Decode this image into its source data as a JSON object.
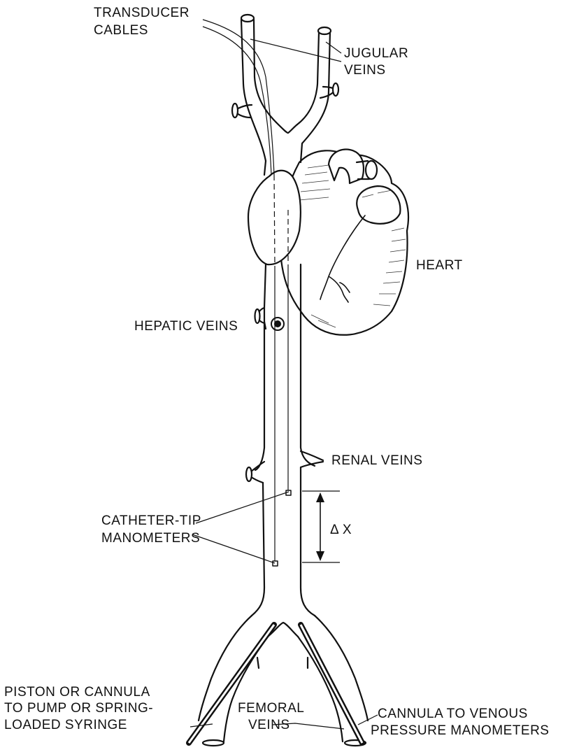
{
  "labels": {
    "transducer_1": "TRANSDUCER",
    "transducer_2": "CABLES",
    "jugular_1": "JUGULAR",
    "jugular_2": "VEINS",
    "heart": "HEART",
    "hepatic": "HEPATIC VEINS",
    "renal": "RENAL VEINS",
    "catheter_1": "CATHETER-TIP",
    "catheter_2": "MANOMETERS",
    "delta_x": "Δ X",
    "piston_1": "PISTON OR CANNULA",
    "piston_2": "TO PUMP OR SPRING-",
    "piston_3": "LOADED SYRINGE",
    "femoral_1": "FEMORAL",
    "femoral_2": "VEINS",
    "cannula_1": "CANNULA TO VENOUS",
    "cannula_2": "PRESSURE MANOMETERS"
  }
}
